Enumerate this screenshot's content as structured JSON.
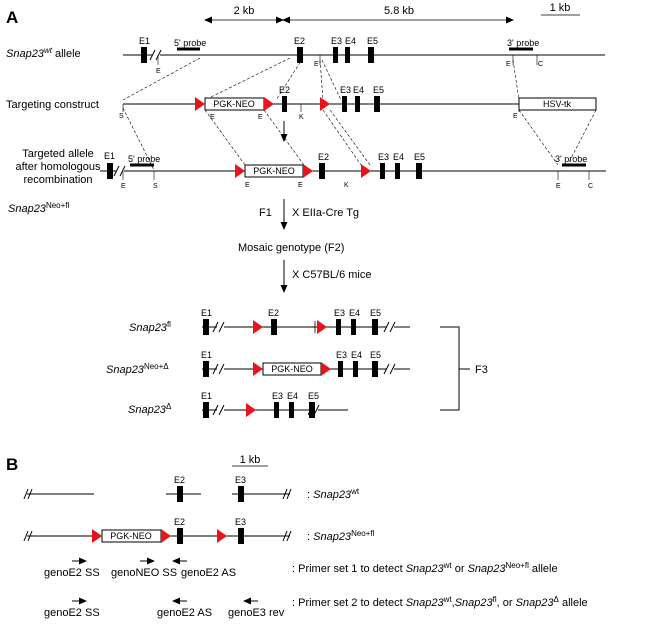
{
  "panels": {
    "a": "A",
    "b": "B"
  },
  "scale": {
    "dist_2kb": "2 kb",
    "dist_58kb": "5.8 kb",
    "scale_bar": "1 kb",
    "scale_bar_b": "1 kb"
  },
  "labels": {
    "wt_gene": "Snap23",
    "wt_sup": "wt",
    "wt_suffix": " allele",
    "targeting_construct": "Targeting construct",
    "targeted_line1": "Targeted allele",
    "targeted_line2": "after homologous",
    "targeted_line3": "recombination",
    "neofl_gene": "Snap23",
    "neofl_sup": "Neo+fl"
  },
  "exons": {
    "e1": "E1",
    "e2": "E2",
    "e3": "E3",
    "e4": "E4",
    "e5": "E5"
  },
  "probes": {
    "p5": "5' probe",
    "p3": "3' probe"
  },
  "cassettes": {
    "pgk_neo": "PGK-NEO",
    "hsv_tk": "HSV-tk"
  },
  "sites": {
    "e": "E",
    "c": "C",
    "s": "S",
    "k": "K"
  },
  "crosses": {
    "f1": "F1",
    "f1_cross": "X EIIa-Cre Tg",
    "mosaic": "Mosaic genotype (F2)",
    "f2_cross": "X C57BL/6 mice",
    "f3": "F3"
  },
  "f3_alleles": {
    "fl_gene": "Snap23",
    "fl_sup": "fl",
    "neod_gene": "Snap23",
    "neod_sup": "Neo+Δ",
    "del_gene": "Snap23",
    "del_sup": "Δ"
  },
  "panel_b": {
    "colon": ": ",
    "wt_gene": "Snap23",
    "wt_sup": "wt",
    "neofl_gene": "Snap23",
    "neofl_sup": "Neo+fl",
    "primers": {
      "e2ss": "genoE2 SS",
      "neoss": "genoNEO SS",
      "e2as": "genoE2 AS",
      "e2ss_2": "genoE2 SS",
      "e2as_2": "genoE2 AS",
      "e3rev": "genoE3 rev"
    },
    "set1": {
      "t1": ": Primer set 1 to detect ",
      "g1": "Snap23",
      "s1": "wt",
      "t2": " or ",
      "g2": "Snap23",
      "s2": "Neo+fl",
      "t3": " allele"
    },
    "set2": {
      "t1": ": Primer set 2 to detect ",
      "g1": "Snap23",
      "s1": "wt",
      "t2": ",",
      "g2": "Snap23",
      "s2": "fl",
      "t3": ", or ",
      "g3": "Snap23",
      "s3": "Δ",
      "t4": " allele"
    }
  },
  "colors": {
    "loxp": "#e8141b",
    "line": "#000000"
  }
}
